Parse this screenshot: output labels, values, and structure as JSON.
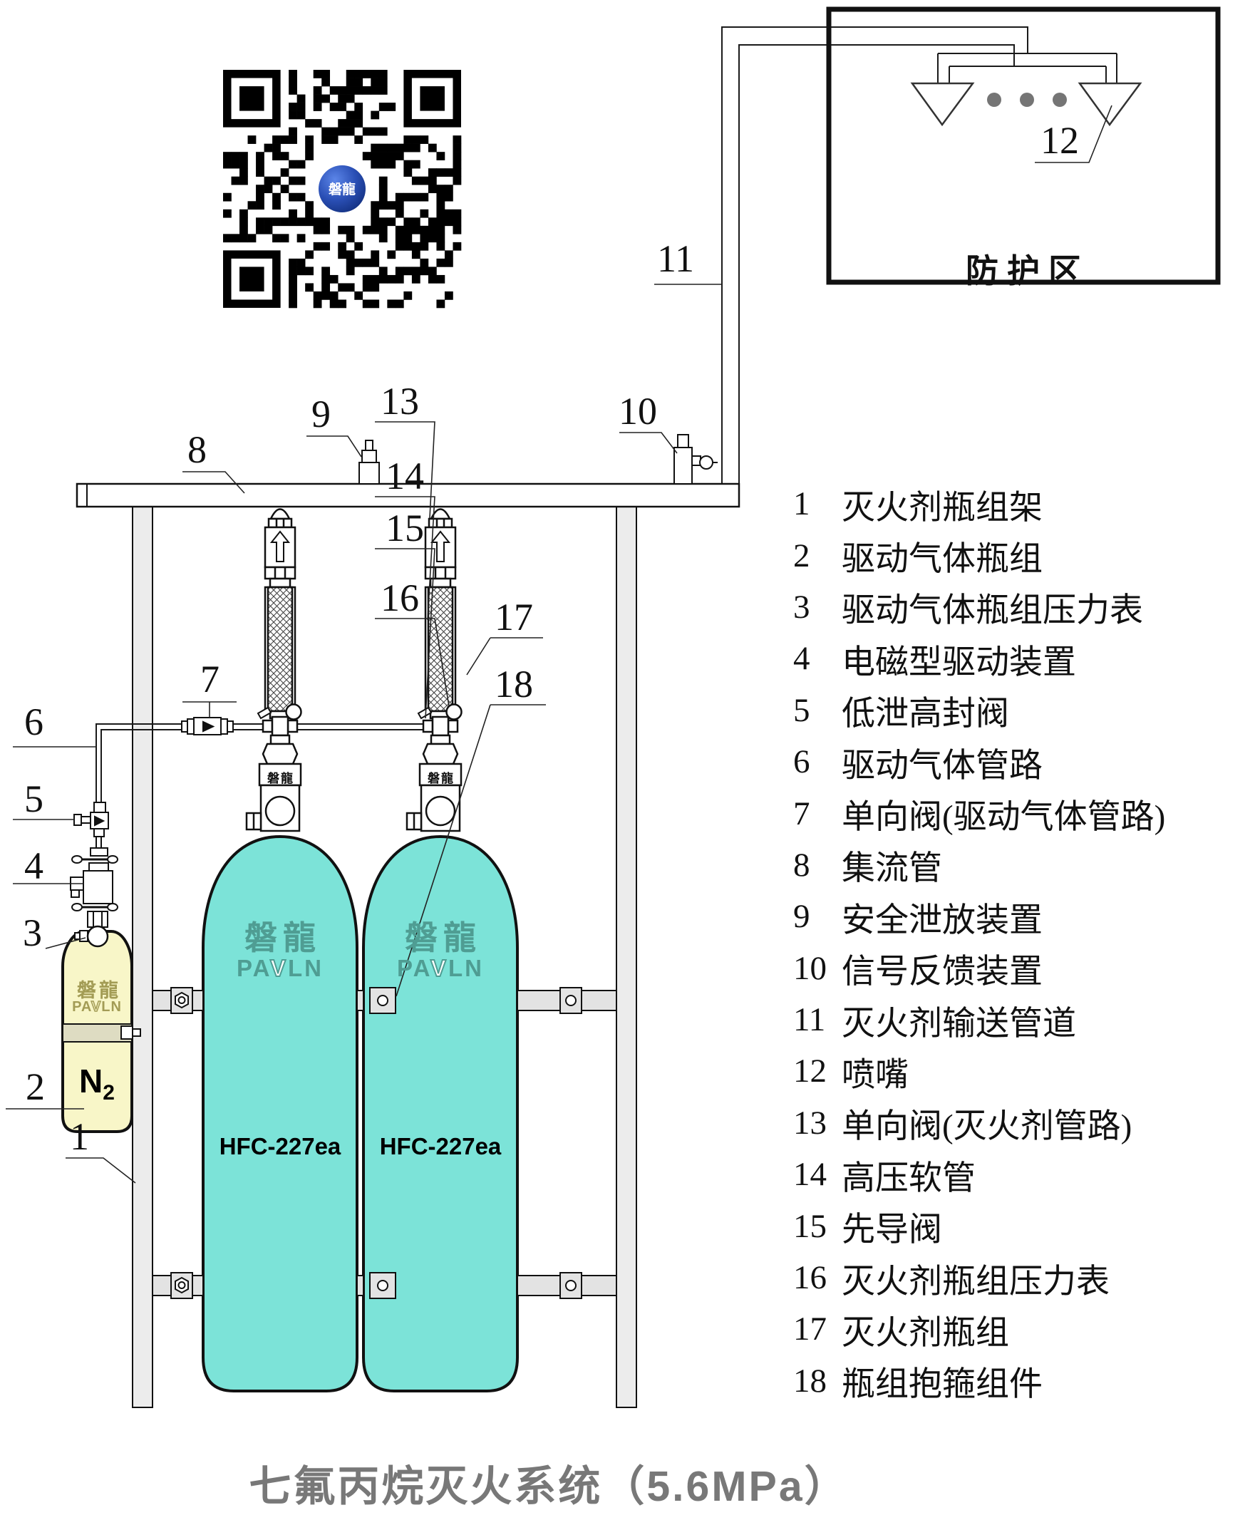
{
  "qr": {
    "logo": "磐龍"
  },
  "zone": {
    "label": "防护区"
  },
  "callouts": {
    "n1": "1",
    "n2": "2",
    "n3": "3",
    "n4": "4",
    "n5": "5",
    "n6": "6",
    "n7": "7",
    "n8": "8",
    "n9": "9",
    "n10": "10",
    "n11": "11",
    "n12": "12",
    "n13": "13",
    "n14": "14",
    "n15": "15",
    "n16": "16",
    "n17": "17",
    "n18": "18"
  },
  "cylinders": {
    "brand": "磐龍",
    "brand_latin_pre": "PA",
    "brand_latin_v": "V",
    "brand_latin_post": "LN",
    "agent": "HFC-227ea",
    "valve_brand": "磐龍",
    "n2_main": "N",
    "n2_sub": "2"
  },
  "colors": {
    "agent_cylinder": "#7CE3D8",
    "n2_cylinder": "#F8F6C8",
    "frame_gray": "#ECECEC",
    "nozzle_dot_gray": "#757575",
    "title_gray": "#787878"
  },
  "legend": {
    "items": [
      {
        "num": "1",
        "label": "灭火剂瓶组架"
      },
      {
        "num": "2",
        "label": "驱动气体瓶组"
      },
      {
        "num": "3",
        "label": "驱动气体瓶组压力表"
      },
      {
        "num": "4",
        "label": "电磁型驱动装置"
      },
      {
        "num": "5",
        "label": "低泄高封阀"
      },
      {
        "num": "6",
        "label": "驱动气体管路"
      },
      {
        "num": "7",
        "label": "单向阀(驱动气体管路)"
      },
      {
        "num": "8",
        "label": "集流管"
      },
      {
        "num": "9",
        "label": "安全泄放装置"
      },
      {
        "num": "10",
        "label": "信号反馈装置"
      },
      {
        "num": "11",
        "label": "灭火剂输送管道"
      },
      {
        "num": "12",
        "label": "喷嘴"
      },
      {
        "num": "13",
        "label": "单向阀(灭火剂管路)"
      },
      {
        "num": "14",
        "label": "高压软管"
      },
      {
        "num": "15",
        "label": "先导阀"
      },
      {
        "num": "16",
        "label": "灭火剂瓶组压力表"
      },
      {
        "num": "17",
        "label": "灭火剂瓶组"
      },
      {
        "num": "18",
        "label": "瓶组抱箍组件"
      }
    ]
  },
  "title": {
    "text": "七氟丙烷灭火系统（5.6MPa）"
  }
}
